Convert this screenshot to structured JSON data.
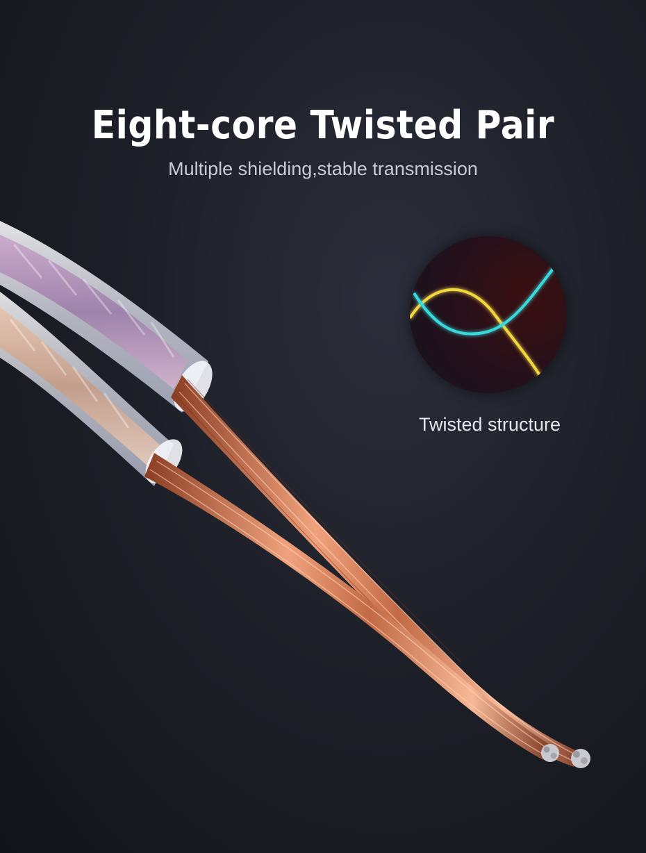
{
  "header": {
    "title": "Eight-core Twisted Pair",
    "subtitle": "Multiple shielding,stable transmission"
  },
  "detail": {
    "caption": "Twisted structure",
    "icon": "twisted-wires-icon"
  },
  "colors": {
    "background": "#1e2029",
    "copper": "#d9805a",
    "insulation": "#e9ecf5",
    "wire_cyan": "#38d9dc",
    "wire_yellow": "#f2d640"
  }
}
